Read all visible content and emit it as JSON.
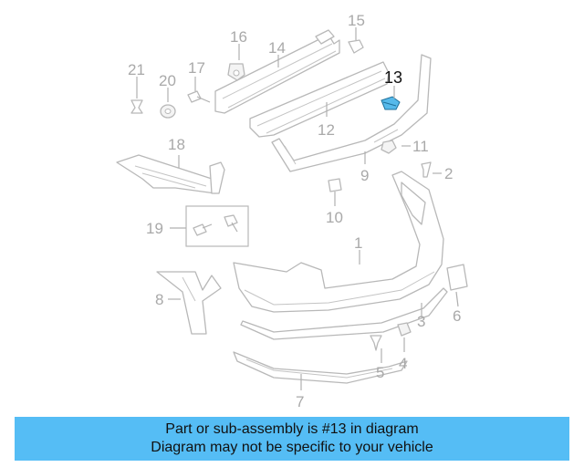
{
  "diagram": {
    "labels": [
      "1",
      "2",
      "3",
      "4",
      "5",
      "6",
      "7",
      "8",
      "9",
      "10",
      "11",
      "12",
      "13",
      "14",
      "15",
      "16",
      "17",
      "18",
      "19",
      "20",
      "21"
    ],
    "highlighted_part": "13",
    "highlight_color": "#56b9ea"
  },
  "banner": {
    "line1": "Part or sub-assembly is #13 in diagram",
    "line2": "Diagram may not be specific to your vehicle",
    "background": "#55bdf5"
  }
}
